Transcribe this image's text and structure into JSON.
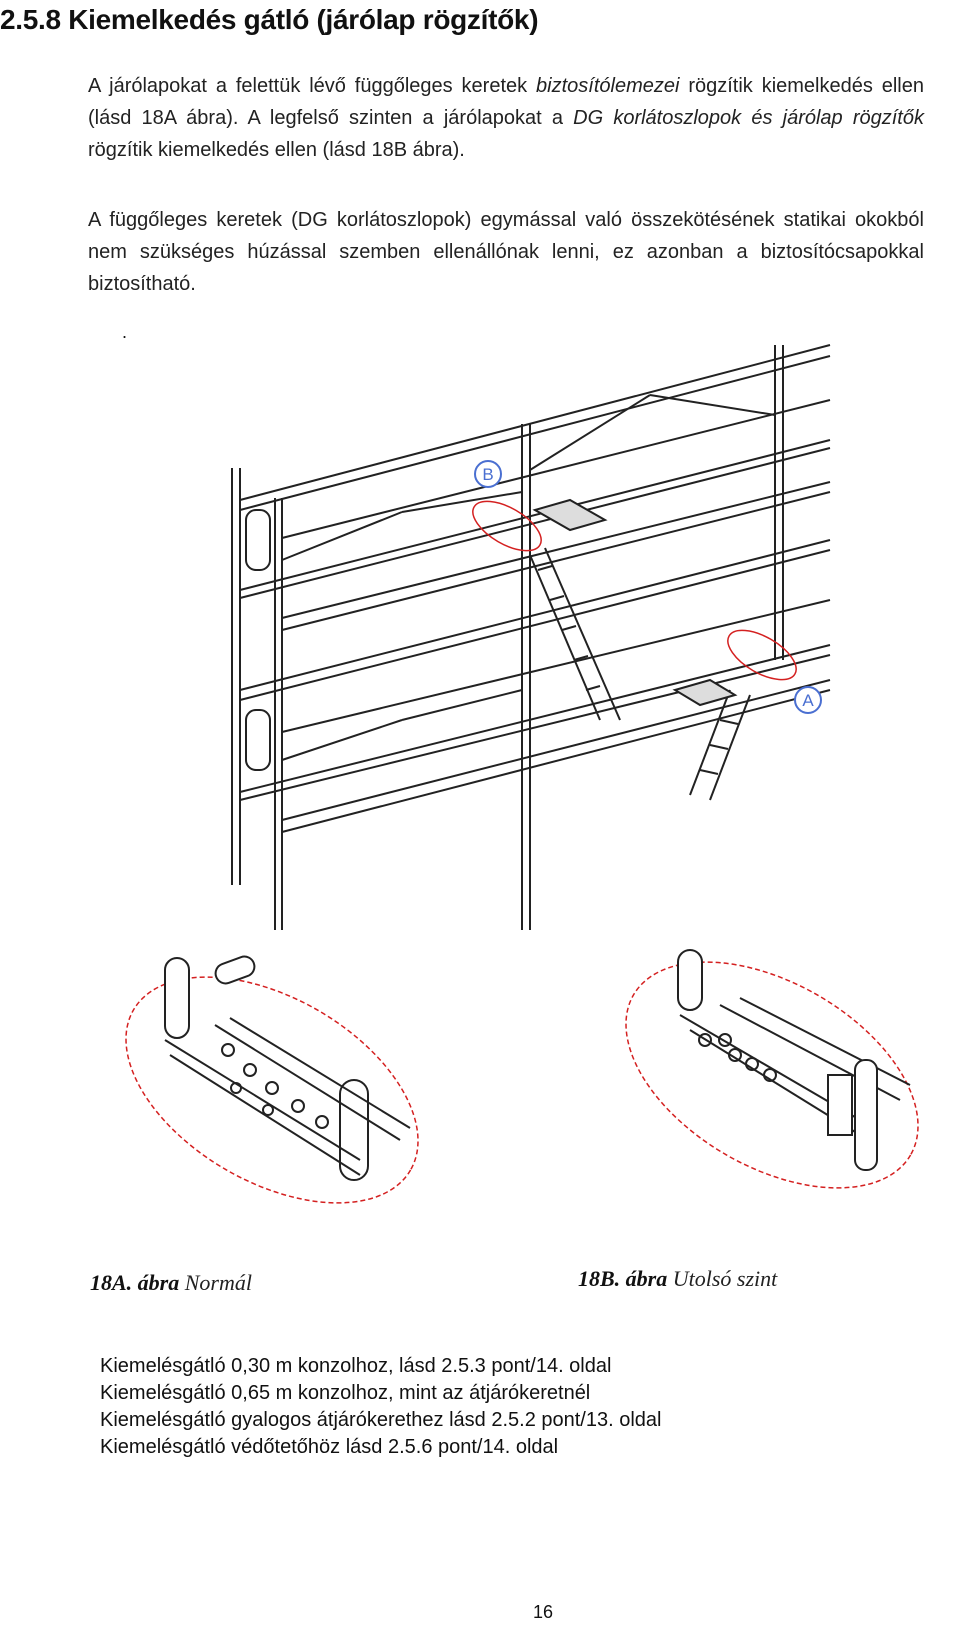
{
  "heading": "2.5.8 Kiemelkedés gátló (járólap rögzítők)",
  "paragraph1": {
    "part1": "A járólapokat a felettük lévő függőleges keretek ",
    "italic1": "biztosítólemezei",
    "part2": " rögzítik kiemelkedés ellen (lásd 18A ábra). A legfelső szinten a járólapokat a ",
    "italic2": "DG korlátoszlopok és járólap rögzítők",
    "part3": " rögzítik kiemelkedés ellen (lásd 18B ábra)."
  },
  "paragraph2": "A függőleges keretek (DG korlátoszlopok) egymással való összekötésének statikai okokból nem szükséges húzással szemben ellenállónak lenni, ez azonban a biztosítócsapokkal biztosítható.",
  "stray_dot": ".",
  "figure": {
    "callout_a": "A",
    "callout_b": "B",
    "callout_color": "#4a6fd1",
    "highlight_color": "#d42020"
  },
  "captions": {
    "a_bold": "18A. ábra",
    "a_rest": " Normál",
    "b_bold": "18B. ábra",
    "b_rest": " Utolsó szint"
  },
  "notes": [
    "Kiemelésgátló 0,30 m konzolhoz, lásd 2.5.3 pont/14. oldal",
    "Kiemelésgátló 0,65 m konzolhoz, mint az átjárókeretnél",
    "Kiemelésgátló gyalogos átjárókerethez lásd 2.5.2 pont/13. oldal",
    "Kiemelésgátló védőtetőhöz lásd 2.5.6 pont/14. oldal"
  ],
  "page_number": "16"
}
